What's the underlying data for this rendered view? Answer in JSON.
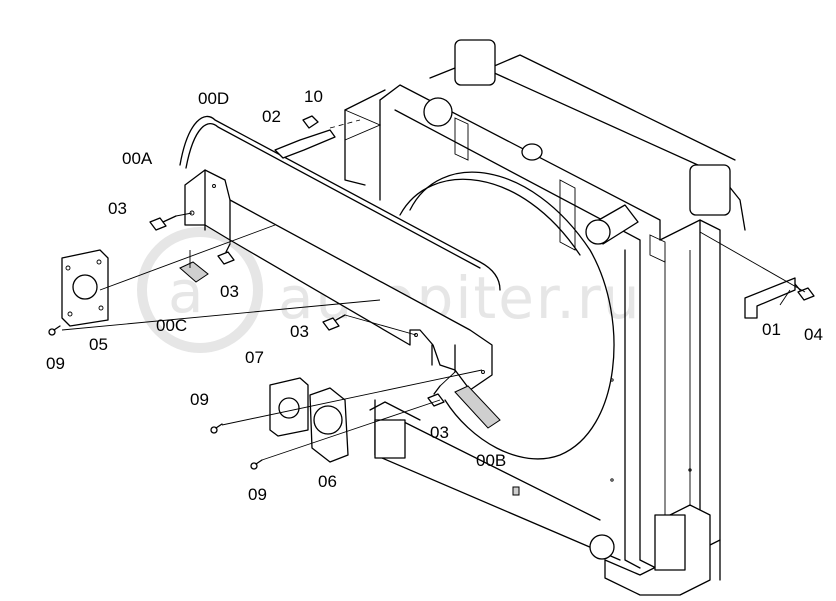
{
  "watermark": {
    "text": "autopiter.ru"
  },
  "labels": {
    "l00D": "00D",
    "l02": "02",
    "l10": "10",
    "l00A": "00A",
    "l03a": "03",
    "l03b": "03",
    "l05": "05",
    "l00C": "00C",
    "l09a": "09",
    "l03c": "03",
    "l07": "07",
    "l09b": "09",
    "l03d": "03",
    "l00B": "00B",
    "l06": "06",
    "l09c": "09",
    "l01": "01",
    "l04": "04"
  }
}
